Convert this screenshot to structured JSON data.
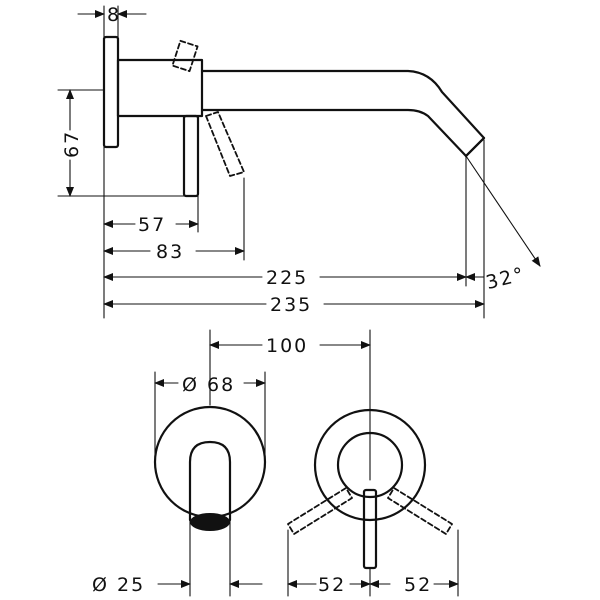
{
  "dimensions": {
    "plate_thickness": "8",
    "height_67": "67",
    "spout_57": "57",
    "handle_83": "83",
    "spout_225": "225",
    "total_235": "235",
    "angle_32": "32°",
    "center_100": "100",
    "rosette_dia": "Ø 68",
    "spout_dia": "Ø 25",
    "handle_left": "52",
    "handle_right": "52"
  }
}
